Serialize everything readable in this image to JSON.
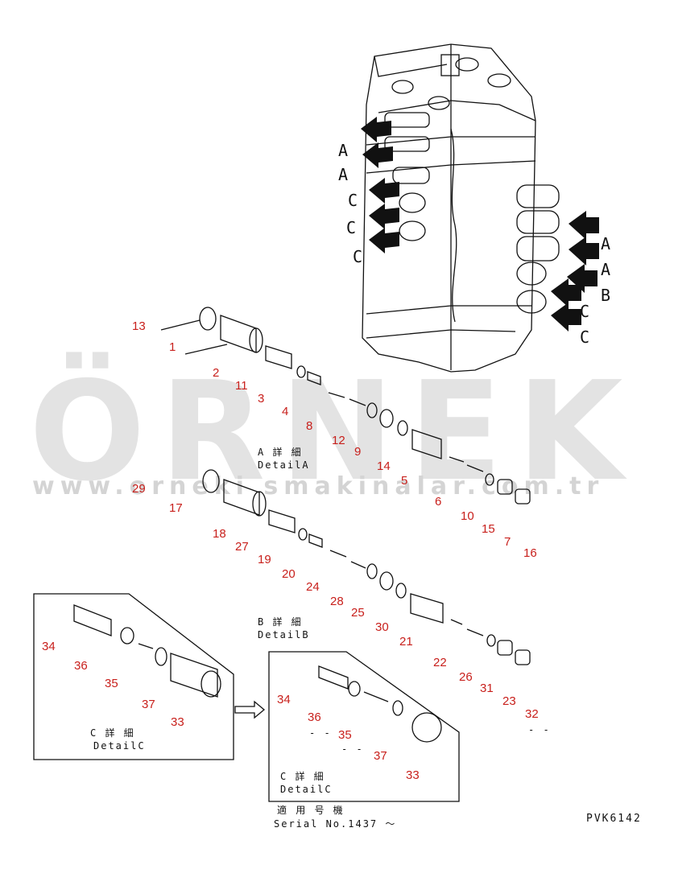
{
  "watermark": {
    "word": "ÖRNEK",
    "url": "www.orneki smakinalar.com.tr"
  },
  "arrows_left": [
    "A",
    "A",
    "C",
    "C",
    "C"
  ],
  "arrows_right": [
    "A",
    "A",
    "B",
    "C",
    "C"
  ],
  "detail_a": {
    "jp": "A 詳 細",
    "en": "DetailA"
  },
  "detail_b": {
    "jp": "B 詳 細",
    "en": "DetailB"
  },
  "detail_c1": {
    "jp": "C 詳 細",
    "en": "DetailC"
  },
  "detail_c2": {
    "jp": "C 詳 細",
    "en": "DetailC"
  },
  "serial": {
    "jp": "適 用 号 機",
    "en": "Serial No.1437 ～"
  },
  "drawing_code": "PVK6142",
  "dash_marks": [
    "- -",
    "- -",
    "- -"
  ],
  "parts_a": [
    "13",
    "1",
    "2",
    "11",
    "3",
    "4",
    "8",
    "12",
    "9",
    "14",
    "5",
    "6",
    "10",
    "15",
    "7",
    "16"
  ],
  "parts_b": [
    "29",
    "17",
    "18",
    "27",
    "19",
    "20",
    "24",
    "28",
    "25",
    "30",
    "21",
    "22",
    "26",
    "31",
    "23",
    "32"
  ],
  "parts_c1": [
    "34",
    "36",
    "35",
    "37",
    "33"
  ],
  "parts_c2": [
    "34",
    "36",
    "35",
    "37",
    "33"
  ],
  "colors": {
    "callout": "#c8201c",
    "line": "#111111",
    "watermark": "#e3e3e3",
    "watermark_accent": "#f2d26b"
  }
}
